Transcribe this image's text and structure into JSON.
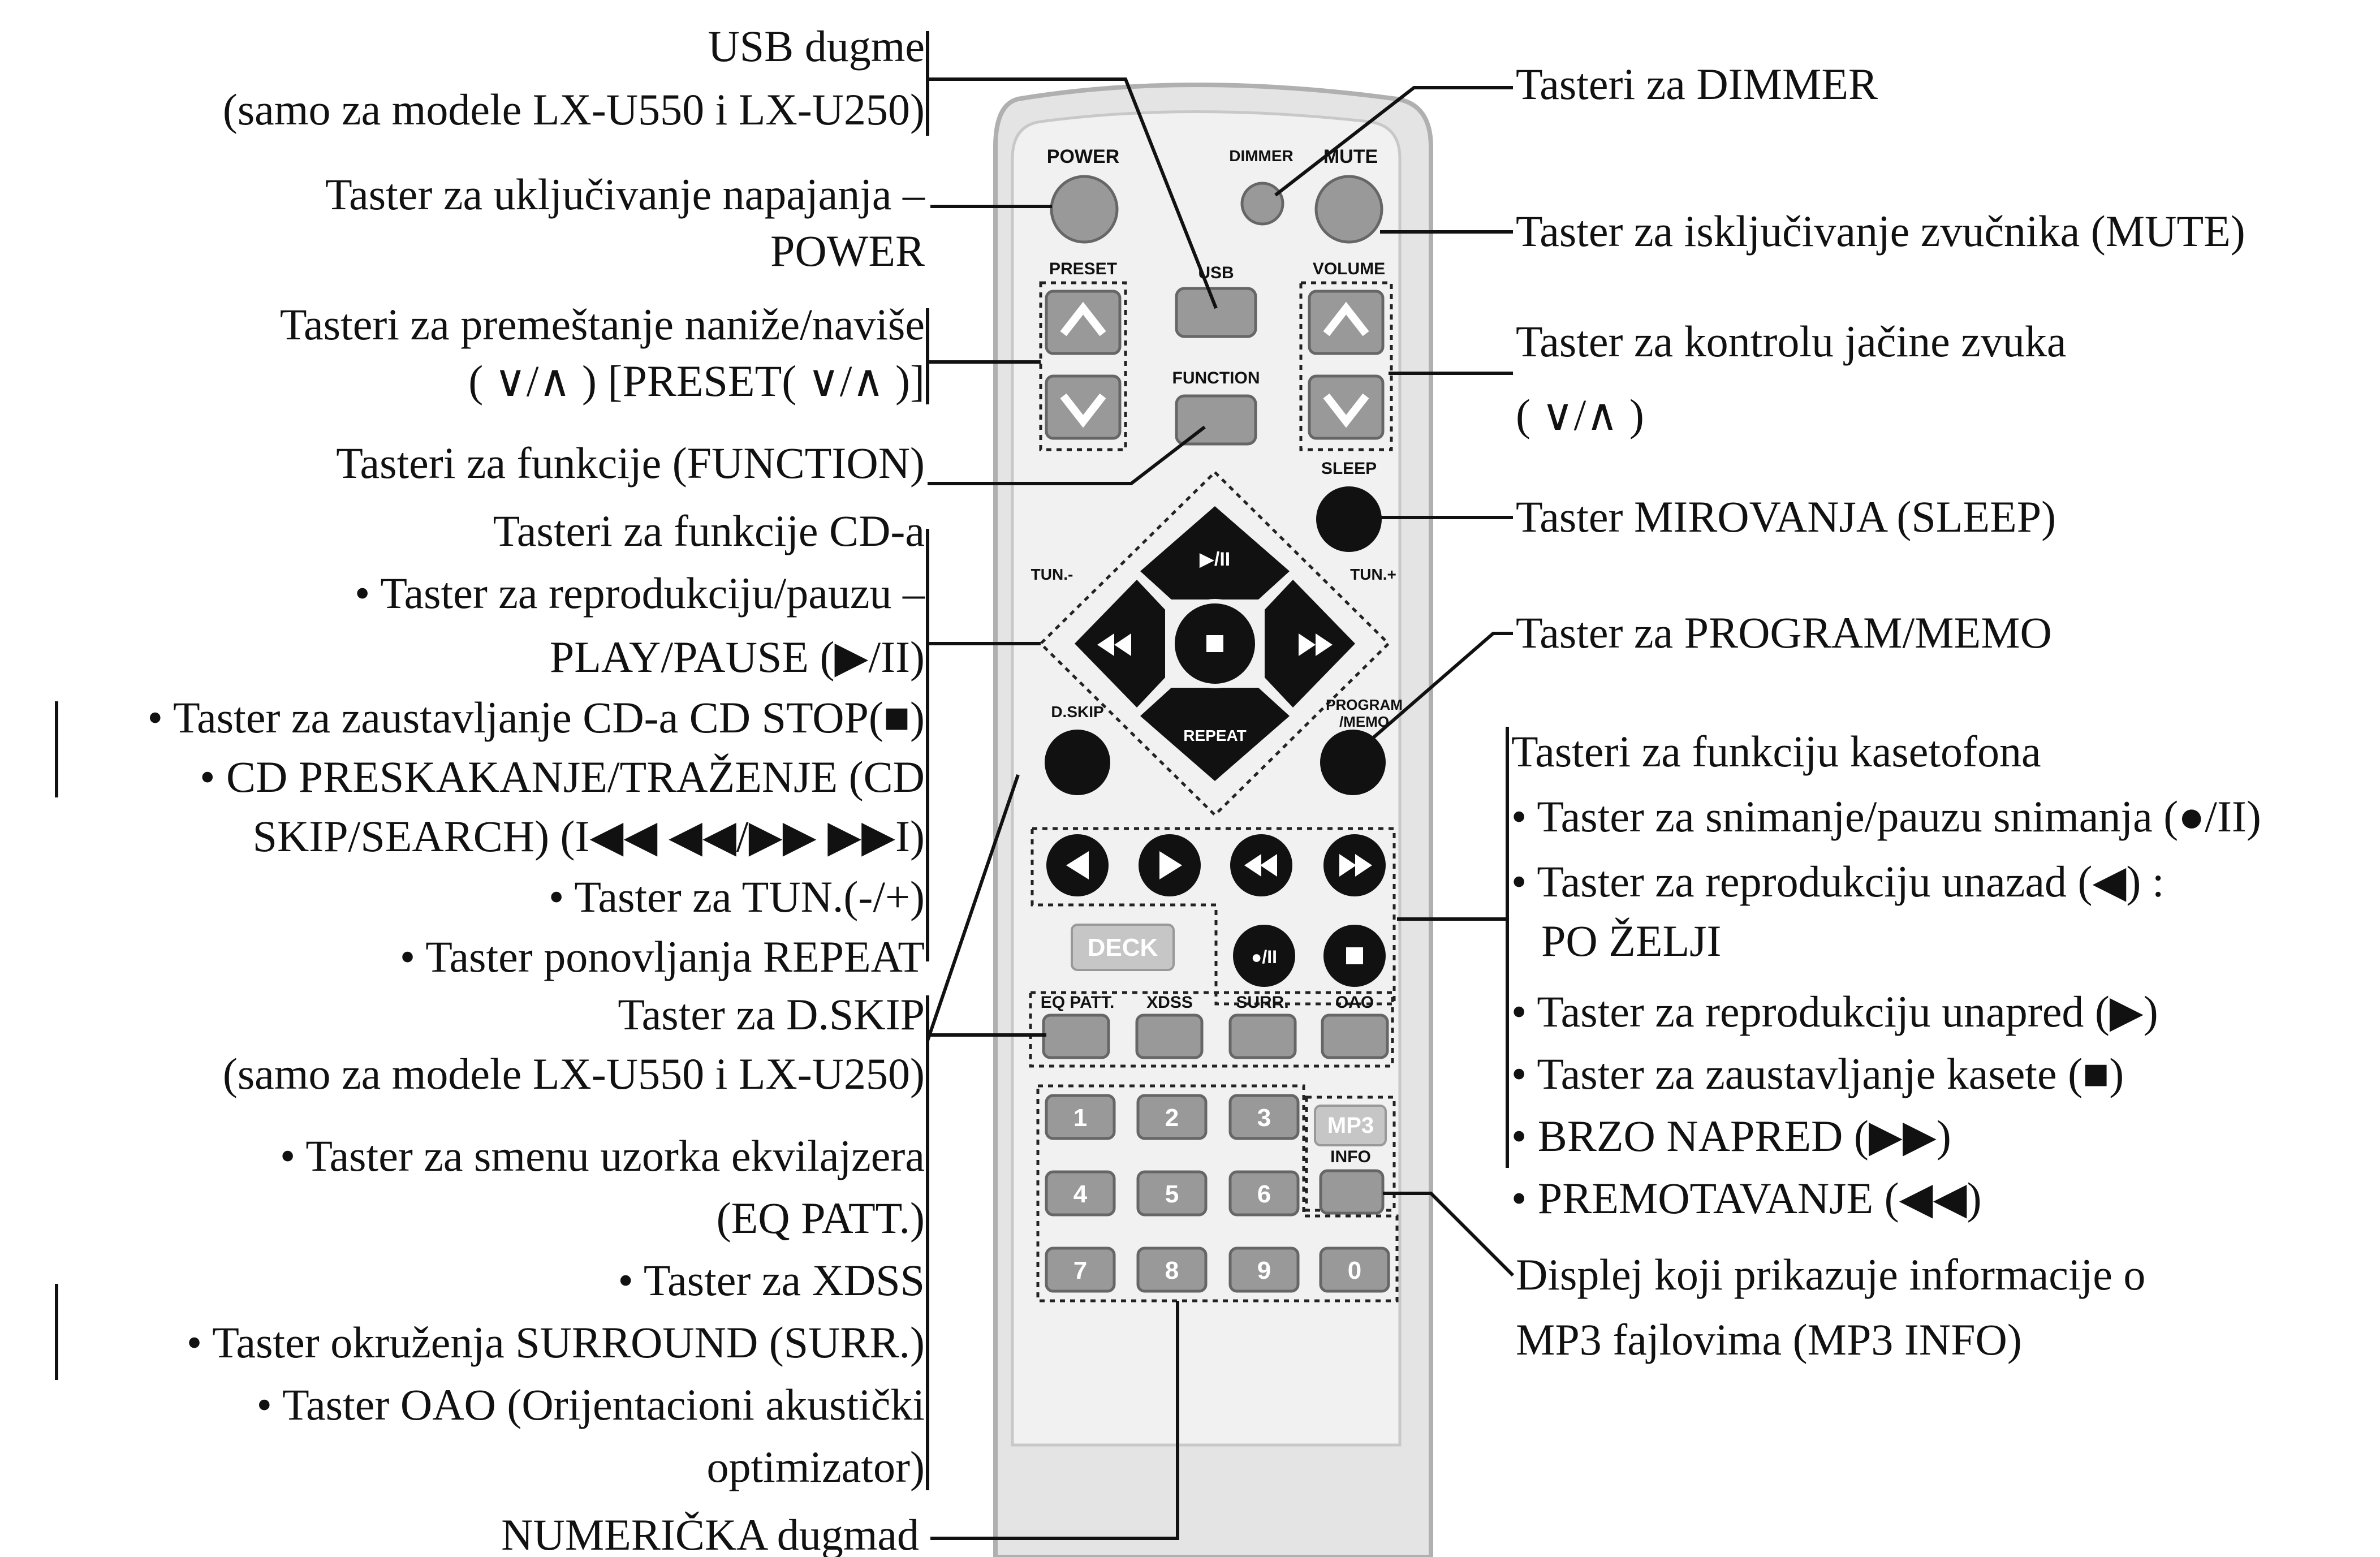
{
  "remote": {
    "buttons": {
      "power": "POWER",
      "dimmer": "DIMMER",
      "mute": "MUTE",
      "preset": "PRESET",
      "usb": "USB",
      "volume": "VOLUME",
      "function": "FUNCTION",
      "sleep": "SLEEP",
      "tun_minus": "TUN.-",
      "tun_plus": "TUN.+",
      "play_pause": "▶/II",
      "repeat": "REPEAT",
      "dskip": "D.SKIP",
      "program_memo_1": "PROGRAM",
      "program_memo_2": "/MEMO",
      "deck": "DECK",
      "rec_pause": "●/II",
      "eq_patt": "EQ PATT.",
      "xdss": "XDSS",
      "surr": "SURR.",
      "oao": "OAO",
      "mp3": "MP3",
      "info": "INFO",
      "num": [
        "1",
        "2",
        "3",
        "4",
        "5",
        "6",
        "7",
        "8",
        "9",
        "0"
      ]
    }
  },
  "labels_left": {
    "usb_1": "USB dugme",
    "usb_2": "(samo za modele LX-U550 i LX-U250)",
    "power_1": "Taster za uključivanje napajanja –",
    "power_2": "POWER",
    "preset_1": "Tasteri za premeštanje naniže/naviše",
    "preset_2": "( ∨/∧ ) [PRESET( ∨/∧ )]",
    "function": "Tasteri za funkcije (FUNCTION)",
    "cd_1": "Tasteri za funkcije CD-a",
    "cd_2": "• Taster za reprodukciju/pauzu –",
    "cd_3": "PLAY/PAUSE (▶/II)",
    "cd_4": "• Taster za zaustavljanje CD-a CD STOP(■)",
    "cd_5": "• CD PRESKAKANJE/TRAŽENJE (CD",
    "cd_6": "SKIP/SEARCH) (I◀◀ ◀◀/▶▶ ▶▶I)",
    "cd_7": "• Taster za TUN.(-/+)",
    "cd_8": "• Taster ponovljanja REPEAT",
    "dskip_1": "Taster za D.SKIP",
    "dskip_2": "(samo za modele LX-U550 i LX-U250)",
    "eq_1": "• Taster za smenu uzorka ekvilajzera",
    "eq_2": "(EQ PATT.)",
    "eq_3": "• Taster za XDSS",
    "eq_4": "• Taster okruženja SURROUND (SURR.)",
    "eq_5": "• Taster OAO (Orijentacioni akustički",
    "eq_6": "optimizator)",
    "numeric": "NUMERIČKA dugmad"
  },
  "labels_right": {
    "dimmer": "Tasteri za DIMMER",
    "mute": "Taster za isključivanje zvučnika (MUTE)",
    "volume_1": "Taster za kontrolu jačine zvuka",
    "volume_2": "( ∨/∧ )",
    "sleep": "Taster MIROVANJA (SLEEP)",
    "program": "Taster za PROGRAM/MEMO",
    "deck_1": "Tasteri za funkciju kasetofona",
    "deck_2": "• Taster za snimanje/pauzu snimanja (●/II)",
    "deck_3": "• Taster za reprodukciju unazad (◀) :",
    "deck_4": "PO ŽELJI",
    "deck_5": "• Taster za reprodukciju unapred (▶)",
    "deck_6": "• Taster za zaustavljanje kasete (■)",
    "deck_7": "• BRZO NAPRED (▶▶)",
    "deck_8": "• PREMOTAVANJE (◀◀)",
    "mp3_1": "Displej koji prikazuje informacije o",
    "mp3_2": "MP3 fajlovima (MP3 INFO)"
  }
}
